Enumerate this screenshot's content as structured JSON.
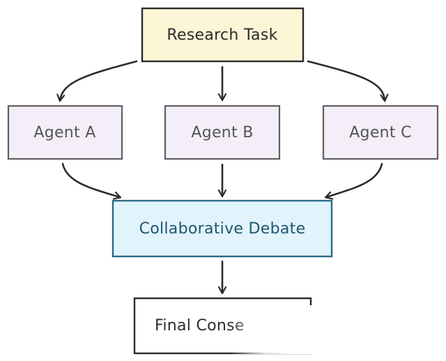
{
  "nodes": {
    "research_task": {
      "label": "Research Task",
      "fill": "#fcf6d6",
      "stroke": "#2b2b2b",
      "text_color": "#2b2b2b"
    },
    "agent_a": {
      "label": "Agent A",
      "fill": "#f3eef8",
      "stroke": "#5f5f5f",
      "text_color": "#555555"
    },
    "agent_b": {
      "label": "Agent B",
      "fill": "#f3eef8",
      "stroke": "#5f5f5f",
      "text_color": "#555555"
    },
    "agent_c": {
      "label": "Agent C",
      "fill": "#f3eef8",
      "stroke": "#5f5f5f",
      "text_color": "#555555"
    },
    "collaborative_debate": {
      "label": "Collaborative Debate",
      "fill": "#e1f3fb",
      "stroke": "#2b6b86",
      "text_color": "#1f5670"
    },
    "final_consensus": {
      "label": "Final Conse",
      "fill": "#ffffff",
      "stroke": "#2b2b2b",
      "text_color": "#2b2b2b"
    }
  },
  "edges": [
    {
      "from": "Research Task",
      "to": "Agent A"
    },
    {
      "from": "Research Task",
      "to": "Agent B"
    },
    {
      "from": "Research Task",
      "to": "Agent C"
    },
    {
      "from": "Agent A",
      "to": "Collaborative Debate"
    },
    {
      "from": "Agent B",
      "to": "Collaborative Debate"
    },
    {
      "from": "Agent C",
      "to": "Collaborative Debate"
    },
    {
      "from": "Collaborative Debate",
      "to": "Final Conse"
    }
  ],
  "colors": {
    "arrow": "#2b2b2b",
    "background": "#ffffff"
  }
}
